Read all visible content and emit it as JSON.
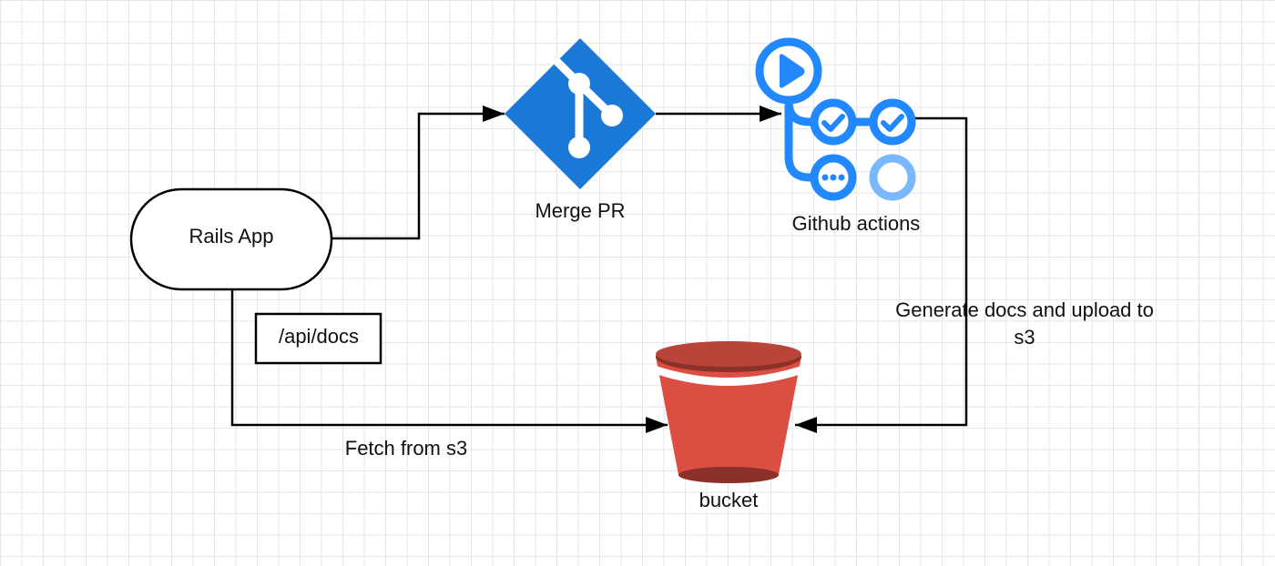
{
  "diagram": {
    "nodes": {
      "rails_app": "Rails App",
      "api_docs": "/api/docs",
      "merge_pr": "Merge PR",
      "github_actions": "Github actions",
      "bucket": "bucket"
    },
    "edges": {
      "generate_line1": "Generate docs and upload to",
      "generate_line2": "s3",
      "fetch": "Fetch from s3"
    },
    "icons": {
      "merge_pr": "git-merge-icon",
      "github_actions": "github-actions-workflow-icon",
      "bucket": "s3-bucket-icon"
    },
    "colors": {
      "git_blue": "#1A78D6",
      "actions_blue": "#2188FF",
      "actions_light_blue": "#79B8FF",
      "bucket_red": "#DC4E42",
      "bucket_dark_red": "#8C3129",
      "line": "#000000"
    }
  }
}
